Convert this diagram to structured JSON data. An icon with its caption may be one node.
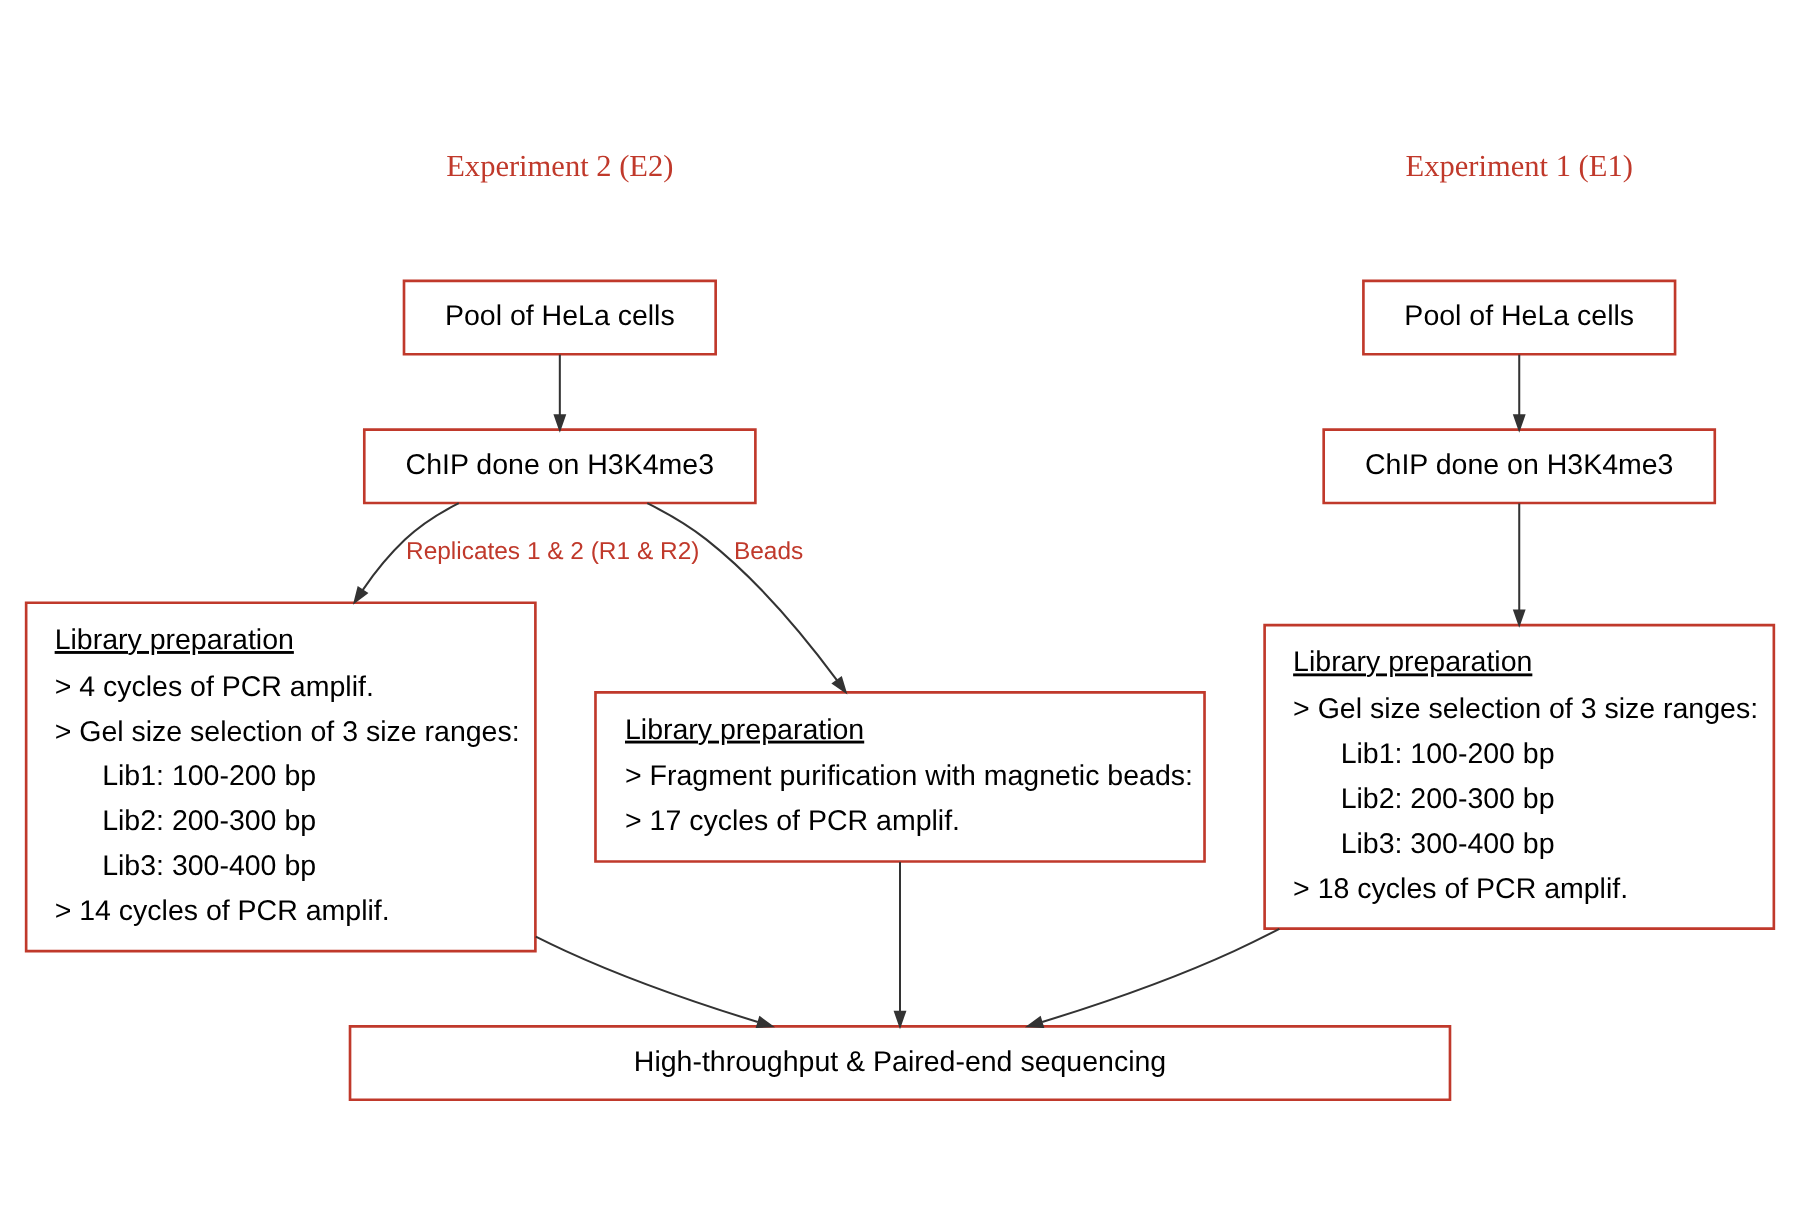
{
  "diagram": {
    "nodes": [
      {
        "text": [
          "Pool of HeLa cells"
        ]
      },
      {
        "text": [
          "ChIP done on H3K4me3"
        ]
      },
      {
        "text": [
          "Library preparation",
          "> Gel size selection of 3 size ranges:",
          "Lib1: 100-200 bp",
          "Lib2: 200-300 bp",
          "Lib3: 300-400 bp",
          "> 18 cycles of PCR amplif."
        ]
      },
      {
        "text": [
          "Pool of HeLa cells"
        ]
      },
      {
        "text": [
          "ChIP done on H3K4me3"
        ]
      },
      {
        "text": [
          "Library preparation",
          "> 4 cycles of PCR amplif.",
          "> Gel size selection of 3 size ranges:",
          "Lib1: 100-200 bp",
          "Lib2: 200-300 bp",
          "Lib3: 300-400 bp",
          "> 14 cycles of PCR amplif."
        ]
      },
      {
        "text": [
          "Library preparation",
          "> Fragment purification with magnetic beads:",
          "> 17 cycles of PCR amplif."
        ]
      },
      {
        "text": [
          "High-throughput & Paired-end sequencing"
        ]
      }
    ],
    "edges": [
      {
        "from": 0,
        "to": 1,
        "arrow": "to"
      },
      {
        "from": 1,
        "to": 2,
        "arrow": "to"
      },
      {
        "from": 3,
        "to": 4,
        "arrow": "to"
      },
      {
        "from": 4,
        "to": 5,
        "label": "Replicates 1 & 2 (R1 & R2)",
        "arrow": "to"
      },
      {
        "from": 4,
        "to": 6,
        "label": "Beads",
        "arrow": "to"
      },
      {
        "from": 2,
        "to": 7,
        "arrow": "to"
      },
      {
        "from": 5,
        "to": 7,
        "arrow": "to"
      },
      {
        "from": 6,
        "to": 7,
        "arrow": "to"
      }
    ],
    "labels": [
      "Experiment 1 (E1)",
      "Experiment 2 (E2)"
    ]
  }
}
